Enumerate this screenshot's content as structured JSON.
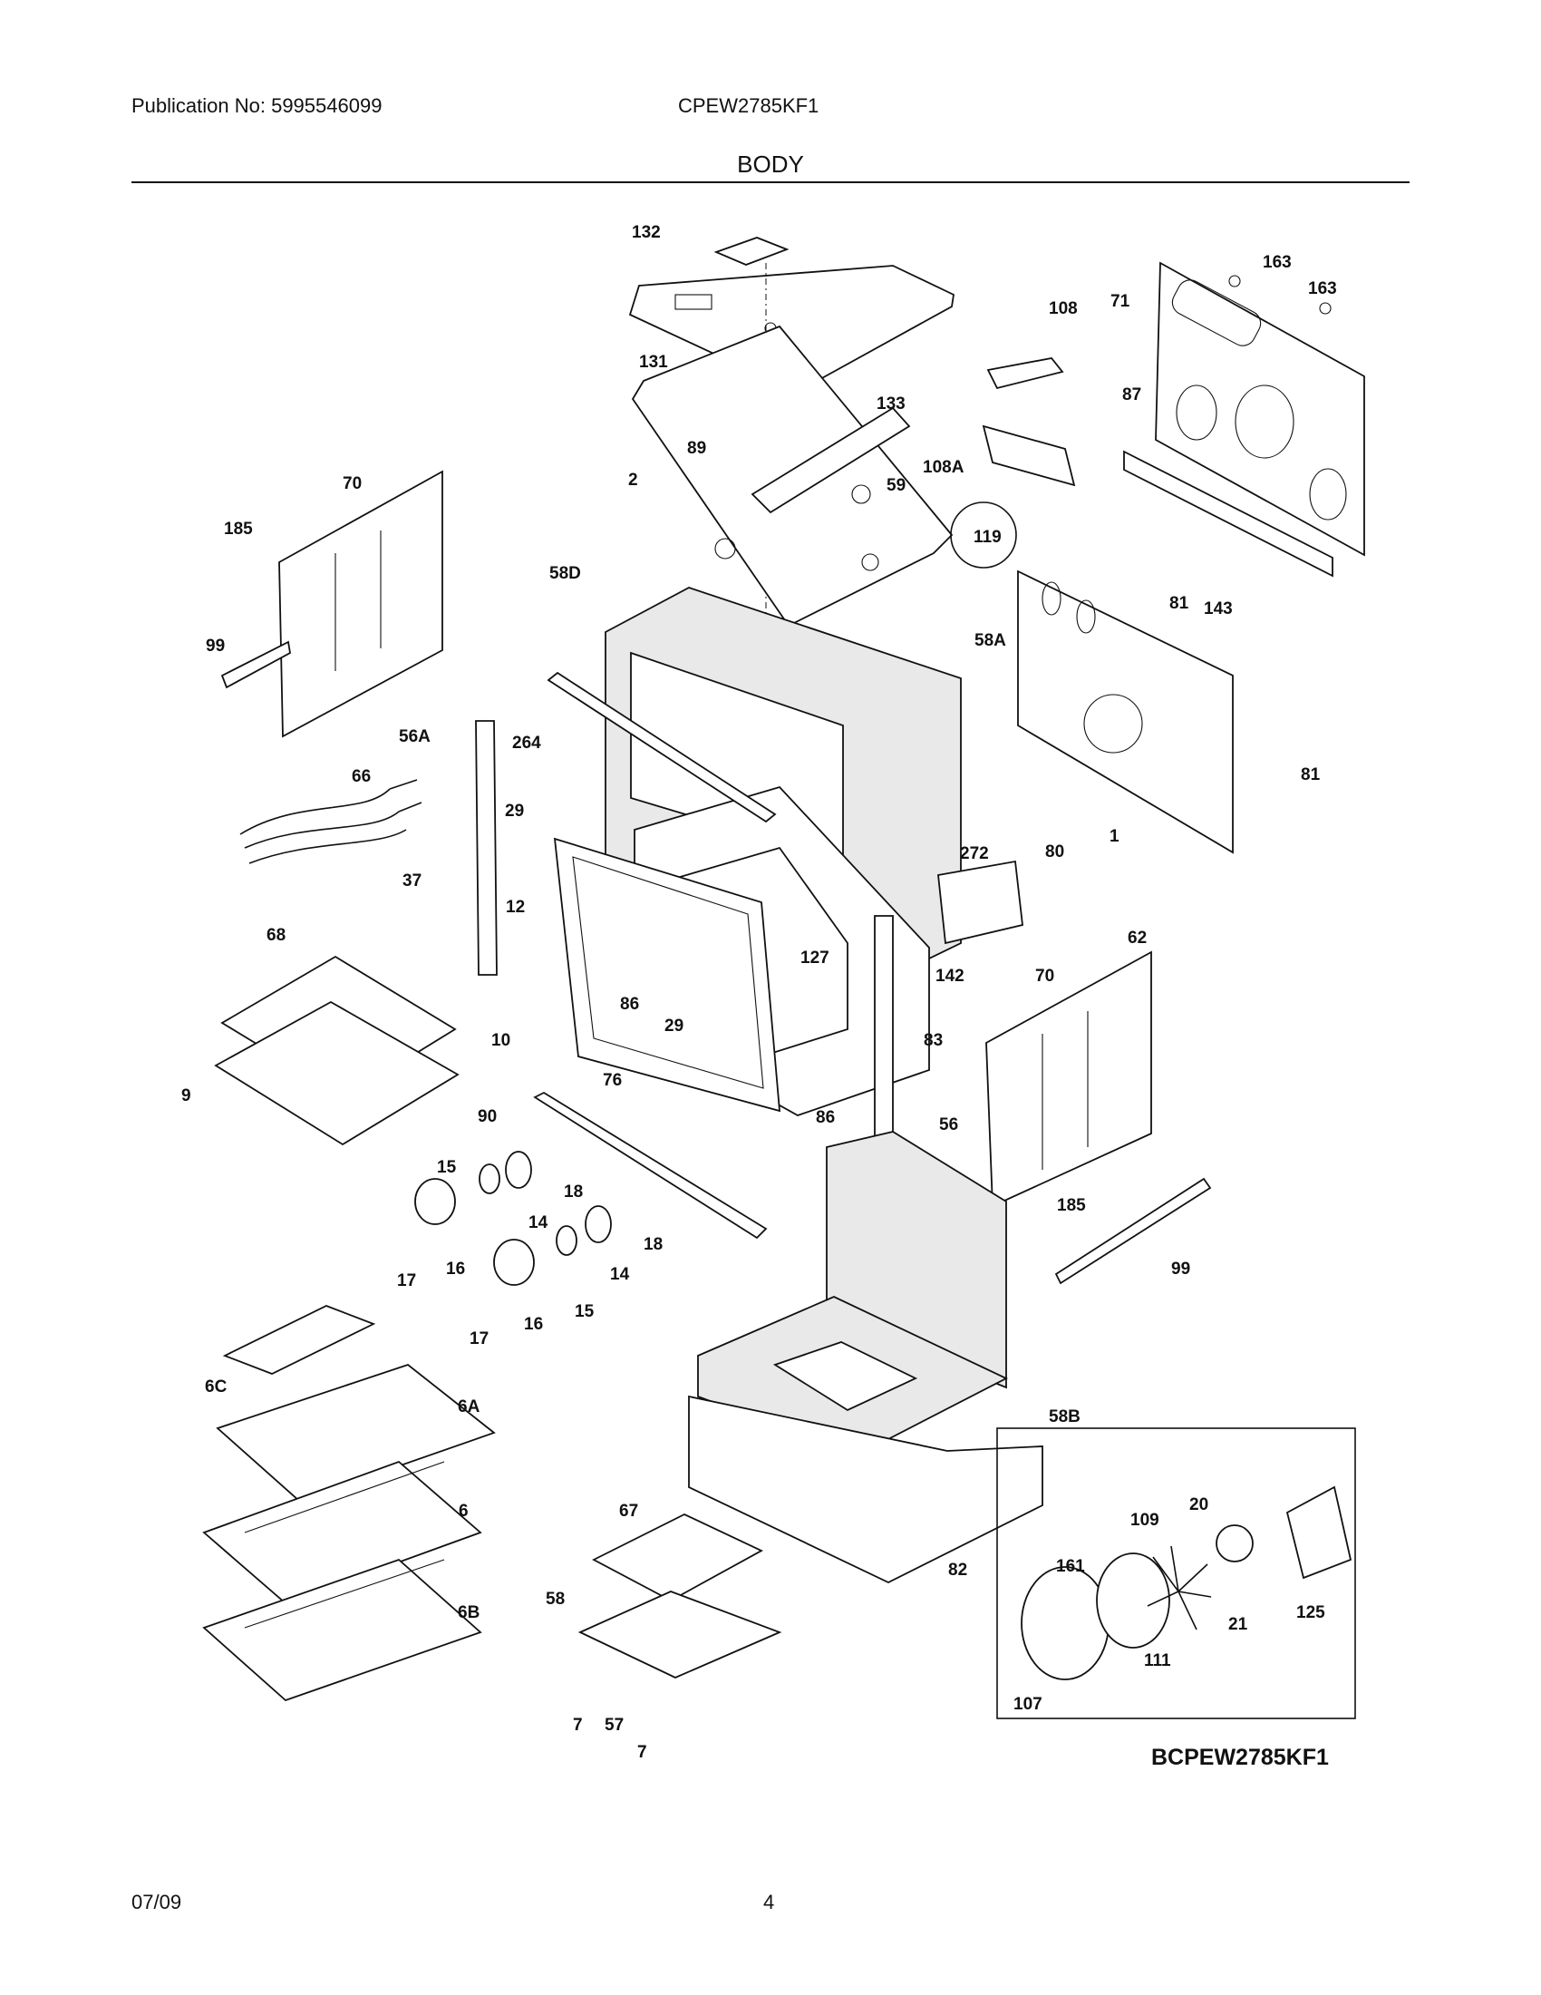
{
  "header": {
    "publication": "Publication No: 5995546099",
    "model": "CPEW2785KF1",
    "section_title": "BODY"
  },
  "footer": {
    "date": "07/09",
    "page_number": "4"
  },
  "diagram": {
    "diagram_id": "BCPEW2785KF1",
    "callouts": [
      "132",
      "131",
      "163",
      "163",
      "71",
      "108",
      "87",
      "133",
      "89",
      "2",
      "59",
      "108A",
      "119",
      "70",
      "185",
      "99",
      "58D",
      "58A",
      "81",
      "143",
      "81",
      "56A",
      "264",
      "66",
      "29",
      "12",
      "37",
      "68",
      "272",
      "80",
      "1",
      "62",
      "127",
      "142",
      "86",
      "29",
      "70",
      "10",
      "83",
      "9",
      "76",
      "86",
      "90",
      "56",
      "15",
      "18",
      "14",
      "185",
      "99",
      "17",
      "16",
      "18",
      "14",
      "17",
      "16",
      "15",
      "6C",
      "6A",
      "58B",
      "6",
      "67",
      "109",
      "20",
      "161",
      "58",
      "82",
      "125",
      "6B",
      "21",
      "111",
      "7",
      "57",
      "7",
      "107"
    ]
  }
}
